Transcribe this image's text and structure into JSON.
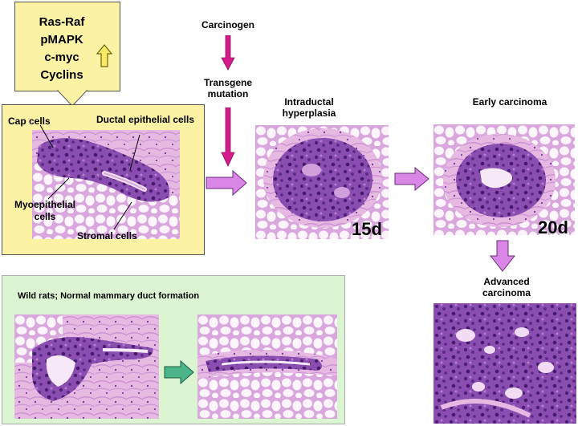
{
  "callout": {
    "lines": [
      "Ras-Raf",
      "pMAPK",
      "c-myc",
      "Cyclins"
    ],
    "indicator_icon": "up-arrow-icon"
  },
  "normal_duct_labels": {
    "cap": "Cap cells",
    "ductal": "Ductal epithelial cells",
    "myo": "Myoepithelial cells",
    "stromal": "Stromal cells"
  },
  "pathway": {
    "carcinogen": "Carcinogen",
    "transgene": "Transgene mutation"
  },
  "stages": [
    {
      "label": "Intraductal hyperplasia",
      "day": "15d"
    },
    {
      "label": "Early carcinoma",
      "day": "20d"
    },
    {
      "label": "Advanced carcinoma",
      "day": ""
    }
  ],
  "wild_rats": {
    "title": "Wild rats; Normal mammary duct formation"
  },
  "colors": {
    "callout_fill": "#fbf2a3",
    "green_panel_fill": "#dbf5d2",
    "arrow_violet": "#d986e6",
    "arrow_magenta": "#d61c8c",
    "arrow_green": "#4bb48a",
    "tissue_pink": "#e9c3ea",
    "tissue_purple": "#7a3fa0"
  }
}
